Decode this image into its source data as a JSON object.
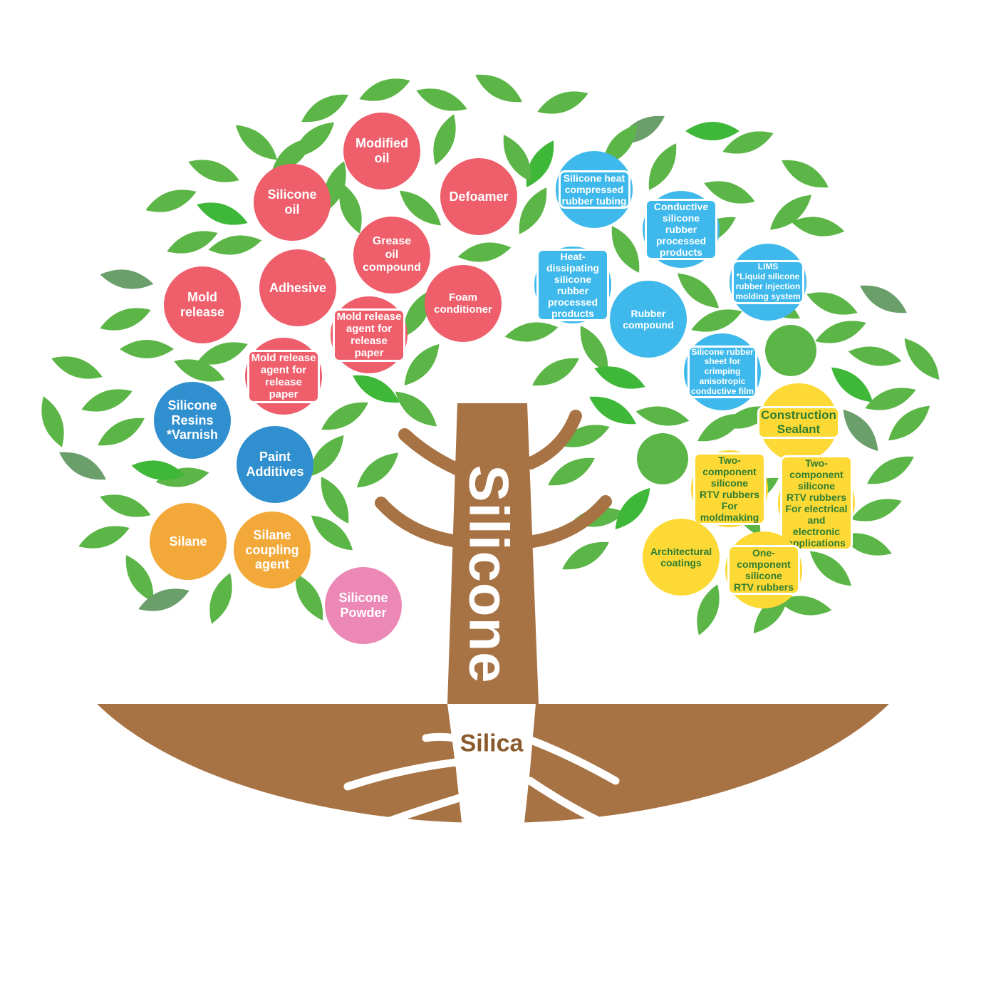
{
  "trunk_label": "Silicone",
  "root_label": "Silica",
  "colors": {
    "leaf": "#5cb547",
    "leaf_dark": "#6a9e6a",
    "leaf_bright": "#3fb83a",
    "trunk": "#a87344",
    "red": "#ee5e6b",
    "blue": "#3fb9ec",
    "dark_blue": "#2f8fcf",
    "orange": "#f3a93a",
    "pink": "#ec88b6",
    "yellow": "#fcd935",
    "yellow_text": "#2e7d32"
  },
  "groups": {
    "red": [
      "Modified\noil",
      "Silicone\noil",
      "Defoamer",
      "Grease\noil\ncompound",
      "Adhesive",
      "Mold\nrelease",
      "Foam\nconditioner",
      "Mold release\nagent for\nrelease paper",
      "Mold release\nagent for\nrelease paper"
    ],
    "blue": [
      "Silicone heat\ncompressed\nrubber tubing",
      "Conductive\nsilicone\nrubber processed\nproducts",
      "Heat-dissipating\nsilicone rubber\nprocessed\nproducts",
      "LIMS\n*Liquid silicone\nrubber injection\nmolding system",
      "Rubber\ncompound",
      "Silicone rubber\nsheet for\ncrimping\nanisotropic\nconductive film"
    ],
    "dark_blue": [
      "Silicone\nResins\n*Varnish",
      "Paint\nAdditives"
    ],
    "orange": [
      "Silane",
      "Silane\ncoupling\nagent"
    ],
    "pink": [
      "Silicone\nPowder"
    ],
    "yellow": [
      "Construction\nSealant",
      "Two-component\nsilicone\nRTV rubbers\nFor moldmaking",
      "Two-component\nsilicone\nRTV rubbers\nFor electrical\nand electronic\napplications",
      "Architectural\ncoatings",
      "One-component\nsilicone\nRTV rubbers"
    ]
  }
}
